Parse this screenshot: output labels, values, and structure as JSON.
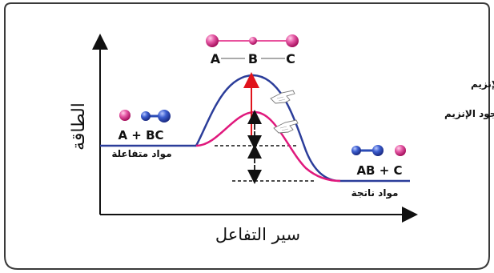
{
  "diagram": {
    "y_axis_label": "الطاقة",
    "x_axis_label": "سير التفاعل",
    "reactants": {
      "formula": "A + BC",
      "caption": "مواد متفاعلة"
    },
    "products": {
      "formula": "AB + C",
      "caption": "مواد ناتجة"
    },
    "transition_state": {
      "atom_a": "A",
      "atom_b": "B",
      "atom_c": "C"
    },
    "activation_without_enzyme": "طاقة التنشيط في حال عدم وجود الإنزيم",
    "activation_with_enzyme": "طاقة التنشيط بوجود الإنزيم"
  },
  "colors": {
    "frame_border": "#3a3a3a",
    "frame_fill": "#ffffff",
    "uncatalyzed_curve": "#2b3d9a",
    "catalyzed_curve": "#e0197d",
    "activation_arrow": "#e0141c",
    "atom_pink": "#e0197d",
    "atom_blue": "#2b4bb5",
    "axis": "#111111"
  },
  "icons": {
    "atom_a": "pink-sphere-icon",
    "molecule_bc": "blue-dumbbell-molecule-icon",
    "molecule_ab": "blue-dumbbell-molecule-icon",
    "atom_c": "pink-sphere-icon",
    "transition_complex": "linear-three-atom-complex-icon",
    "hand_pointers": "pointing-hand-icon"
  }
}
